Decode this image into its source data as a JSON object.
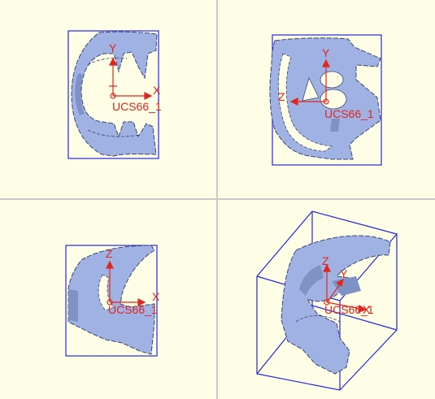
{
  "colors": {
    "background": "#fefee6",
    "divider": "#c9c9c9",
    "bounding_box": "#2424e0",
    "part_fill": "#9fb2e3",
    "part_shadow": "#7f92c6",
    "axis": "#e0261e"
  },
  "views": {
    "top_left": {
      "ucs_label": "UCS66_1",
      "axis_x": "X",
      "axis_y": "Y"
    },
    "top_right": {
      "ucs_label": "UCS66_1",
      "axis_y": "Y",
      "axis_z": "Z"
    },
    "bottom_left": {
      "ucs_label": "UCS66_1",
      "axis_x": "X",
      "axis_z": "Z"
    },
    "bottom_right": {
      "ucs_label": "UCS66_1",
      "axis_x": "X",
      "axis_y": "Y",
      "axis_z": "Z"
    }
  }
}
